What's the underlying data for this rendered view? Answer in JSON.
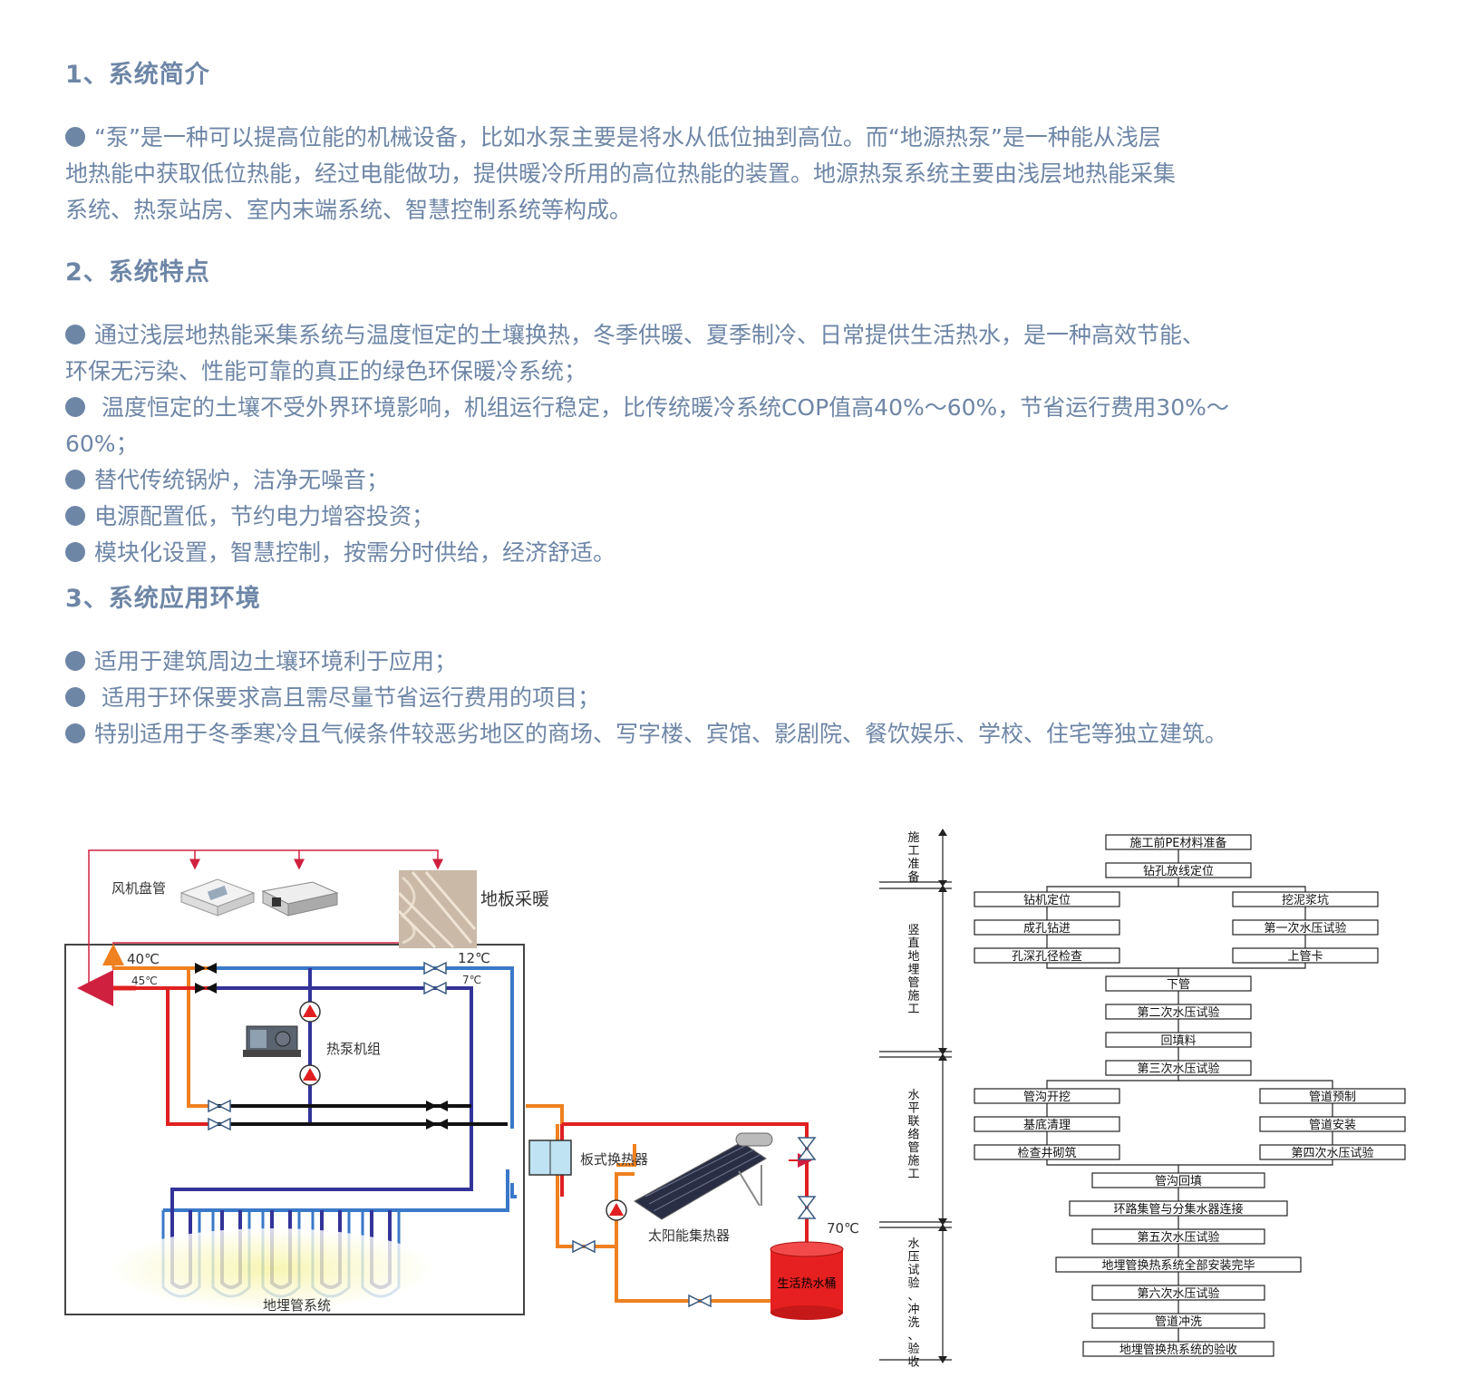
{
  "sections": [
    {
      "title": "1、系统简介",
      "lines": [
        {
          "bullet": true,
          "text": "“泵”是一种可以提高位能的机械设备，比如水泵主要是将水从低位抽到高位。而“地源热泵”是一种能从浅层"
        },
        {
          "bullet": false,
          "text": "地热能中获取低位热能，经过电能做功，提供暖冷所用的高位热能的装置。地源热泵系统主要由浅层地热能采集"
        },
        {
          "bullet": false,
          "text": "系统、热泵站房、室内末端系统、智慧控制系统等构成。"
        }
      ]
    },
    {
      "title": "2、系统特点",
      "lines": [
        {
          "bullet": true,
          "text": "通过浅层地热能采集系统与温度恒定的土壤换热，冬季供暖、夏季制冷、日常提供生活热水，是一种高效节能、"
        },
        {
          "bullet": false,
          "text": "环保无污染、性能可靠的真正的绿色环保暖冷系统；"
        },
        {
          "bullet": true,
          "text": " 温度恒定的土壤不受外界环境影响，机组运行稳定，比传统暖冷系统COP值高40%～60%，节省运行费用30%～"
        },
        {
          "bullet": false,
          "text": "60%；"
        },
        {
          "bullet": true,
          "text": "替代传统锅炉，洁净无噪音；"
        },
        {
          "bullet": true,
          "text": "电源配置低，节约电力增容投资；"
        },
        {
          "bullet": true,
          "text": "模块化设置，智慧控制，按需分时供给，经济舒适。"
        }
      ]
    },
    {
      "title": "3、系统应用环境",
      "lines": [
        {
          "bullet": true,
          "text": "适用于建筑周边土壤环境利于应用；"
        },
        {
          "bullet": true,
          "text": " 适用于环保要求高且需尽量节省运行费用的项目；"
        },
        {
          "bullet": true,
          "text": "特别适用于冬季寒冷且气候条件较恶劣地区的商场、写字楼、宾馆、影剧院、餐饮娱乐、学校、住宅等独立建筑。"
        }
      ]
    }
  ],
  "diagram": {
    "fan_coil": "风机盘管",
    "floor_heating": "地板采暖",
    "t40": "40℃",
    "t45": "45℃",
    "t12": "12℃",
    "t7": "7℃",
    "heat_pump": "热泵机组",
    "plate_hx": "板式换热器",
    "solar": "太阳能集热器",
    "t70": "70℃",
    "tank": "生活热水桶",
    "ground_loop": "地埋管系统",
    "colors": {
      "hot": "#e02020",
      "warm": "#f08020",
      "cold": "#3a78c8",
      "cold_dark": "#33339a",
      "line": "#111111",
      "feed": "#d02040"
    }
  },
  "flowchart": {
    "stages": [
      "施工准备",
      "竖直地埋管施工",
      "水平联络管施工",
      "水压试验、冲洗、验收"
    ],
    "steps": {
      "prep1": "施工前PE材料准备",
      "prep2": "钻孔放线定位",
      "left1": "钻机定位",
      "left2": "成孔钻进",
      "left3": "孔深孔径检查",
      "right1": "挖泥浆坑",
      "right2": "第一次水压试验",
      "right3": "上管卡",
      "mid1": "下管",
      "mid2": "第二次水压试验",
      "mid3": "回填料",
      "mid4": "第三次水压试验",
      "hl1": "管沟开挖",
      "hl2": "基底清理",
      "hl3": "检查井砌筑",
      "hr1": "管道预制",
      "hr2": "管道安装",
      "hr3": "第四次水压试验",
      "m5": "管沟回填",
      "m6": "环路集管与分集水器连接",
      "m7": "第五次水压试验",
      "m8": "地埋管换热系统全部安装完毕",
      "m9": "第六次水压试验",
      "m10": "管道冲洗",
      "m11": "地埋管换热系统的验收"
    }
  }
}
